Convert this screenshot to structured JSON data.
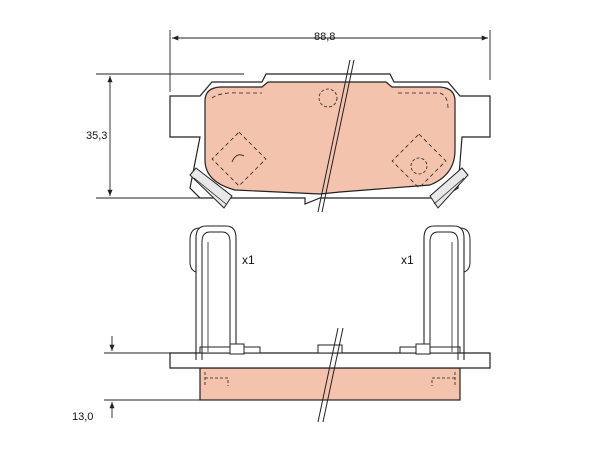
{
  "dimensions": {
    "width_label": "88,8",
    "height_label": "35,3",
    "thickness_label": "13,0"
  },
  "quantities": {
    "left_clip": "x1",
    "right_clip": "x1"
  },
  "colors": {
    "pad_fill": "#f4c3ad",
    "line": "#222222",
    "background": "#ffffff"
  }
}
